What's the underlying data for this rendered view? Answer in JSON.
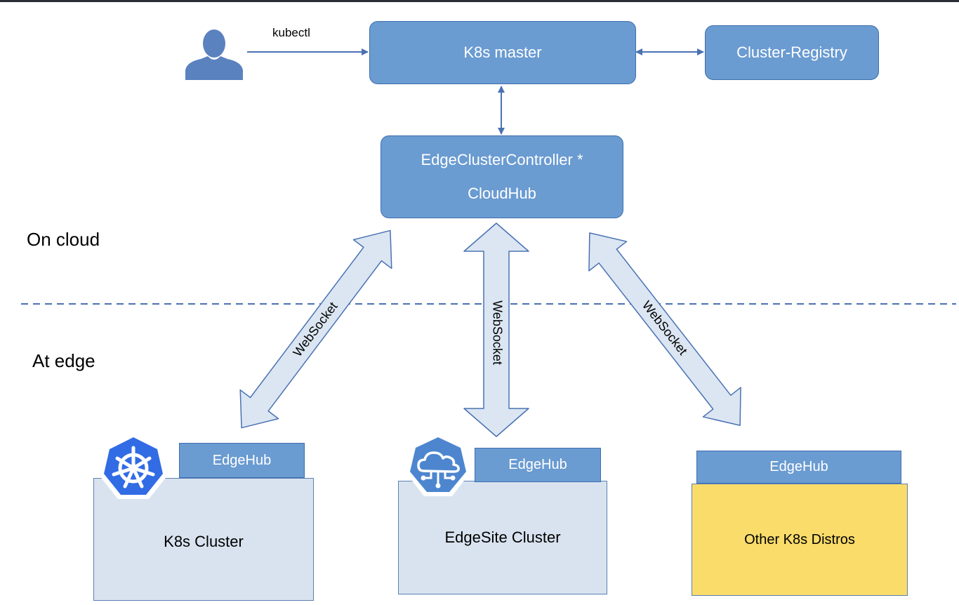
{
  "nodes": {
    "user_edge_label": "kubectl",
    "k8s_master": "K8s master",
    "cluster_registry": "Cluster-Registry",
    "controller_line1": "EdgeClusterController *",
    "controller_line2": "CloudHub"
  },
  "zones": {
    "cloud": "On cloud",
    "edge": "At edge"
  },
  "links": {
    "left": "WebSocket",
    "center": "WebSocket",
    "right": "WebSocket"
  },
  "clusters": {
    "k8s": {
      "hub": "EdgeHub",
      "name": "K8s Cluster"
    },
    "edgesite": {
      "hub": "EdgeHub",
      "name": "EdgeSite Cluster"
    },
    "other": {
      "hub": "EdgeHub",
      "name": "Other K8s Distros"
    }
  },
  "colors": {
    "box_fill": "#6a9bd1",
    "box_border": "#3e6fae",
    "cluster_fill": "#d9e3ef",
    "arrow_fill": "#dbe6f2",
    "other_fill": "#f9dc6a",
    "k8s_logo": "#326ce5",
    "edgesite_logo": "#4d86cf"
  },
  "icons": {
    "user": "user-icon",
    "kubernetes": "kubernetes-logo-icon",
    "edgesite": "cloud-network-icon"
  }
}
